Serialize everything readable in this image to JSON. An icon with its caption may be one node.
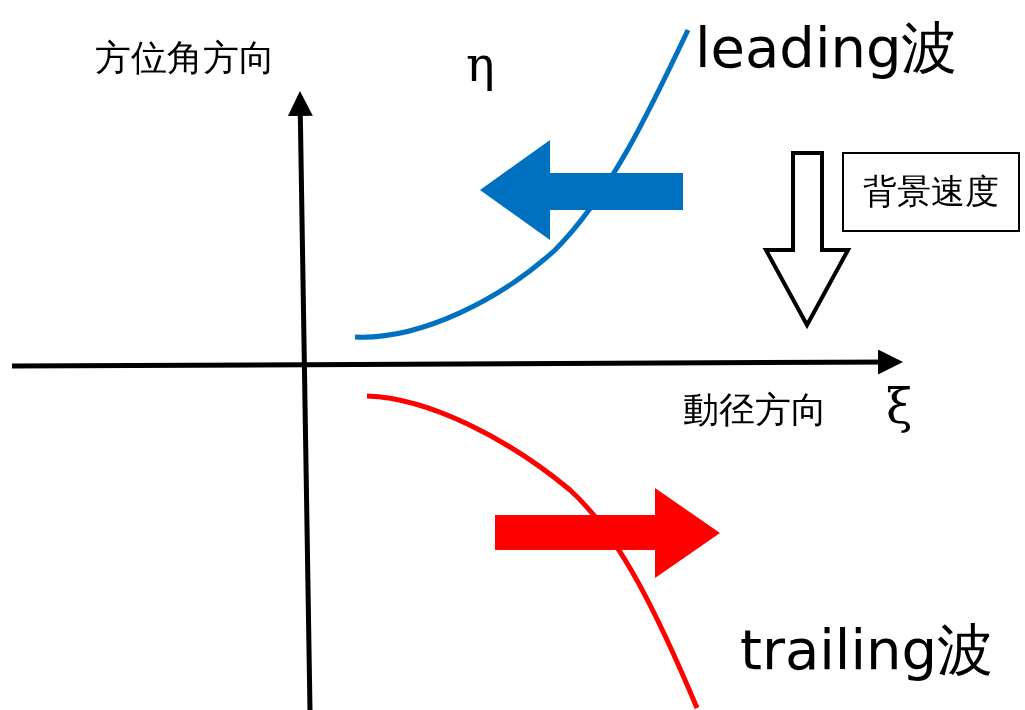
{
  "diagram": {
    "nodes": [
      {
        "text": [
          "背景速度"
        ]
      }
    ],
    "labels": [
      "方位角方向",
      "η",
      "leading波",
      "動径方向",
      "ξ",
      "trailing波"
    ]
  }
}
